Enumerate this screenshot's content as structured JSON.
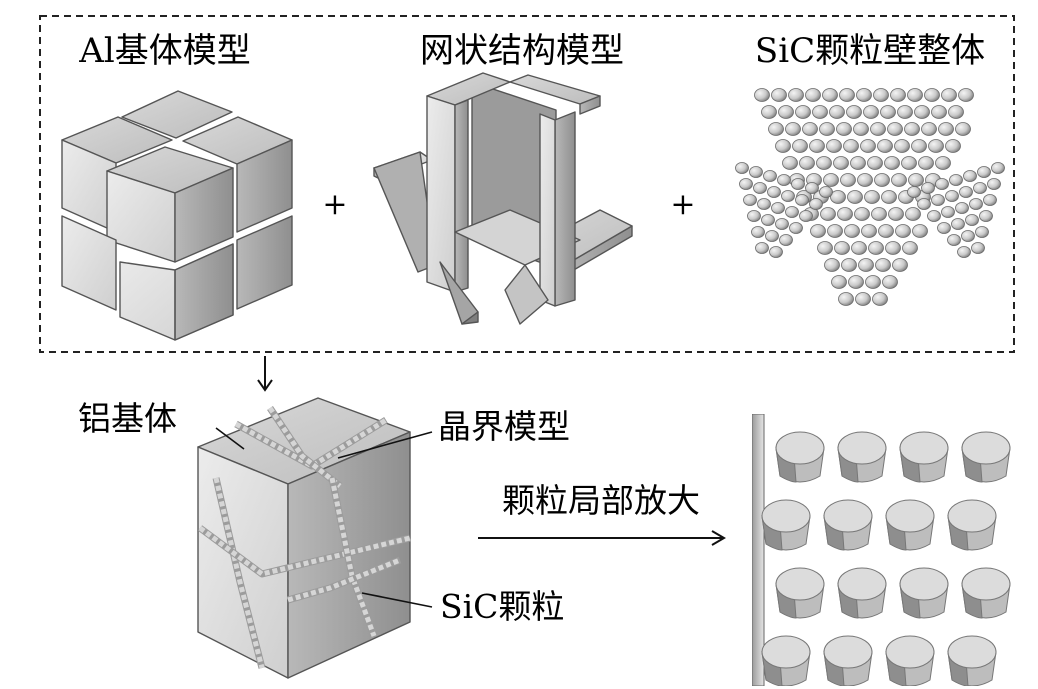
{
  "figure": {
    "panels": [
      {
        "id": "al-matrix",
        "label": "Al基体模型"
      },
      {
        "id": "network",
        "label": "网状结构模型"
      },
      {
        "id": "sic-wall",
        "label": "SiC颗粒壁整体"
      }
    ],
    "operators": [
      "+",
      "+"
    ],
    "assembled": {
      "labels": {
        "matrix": "铝基体",
        "grain_boundary": "晶界模型",
        "particle": "SiC颗粒"
      }
    },
    "zoom_label": "颗粒局部放大"
  },
  "colors": {
    "face_top": "#cfcfcf",
    "face_front": "#e0e0e0",
    "face_side": "#a9a9a9",
    "edge": "#555555",
    "line": "#111111"
  }
}
